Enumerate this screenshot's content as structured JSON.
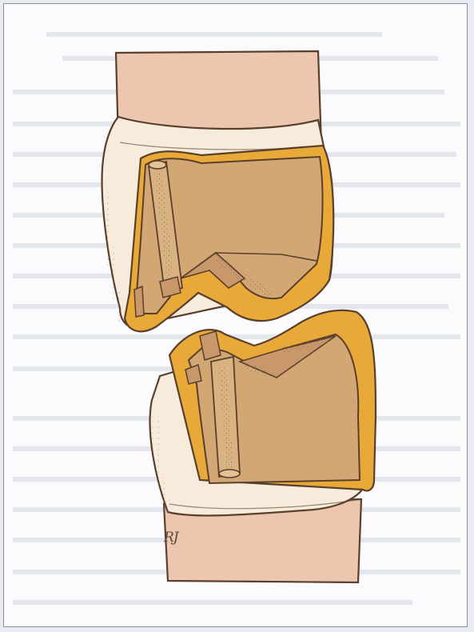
{
  "figure": {
    "artist_initials": "RJ",
    "colors": {
      "root": "#ecc6ae",
      "enamel": "#f7ecdb",
      "preparation": "#d2a774",
      "restoration_gold": "#e8a938",
      "outline": "#5a3f2c",
      "frame_bg": "#fbfbfd",
      "bleed_text": "#c9ccd8"
    }
  },
  "parts": [
    {
      "name": "upper-tooth",
      "label": ""
    },
    {
      "name": "lower-tooth",
      "label": ""
    }
  ]
}
